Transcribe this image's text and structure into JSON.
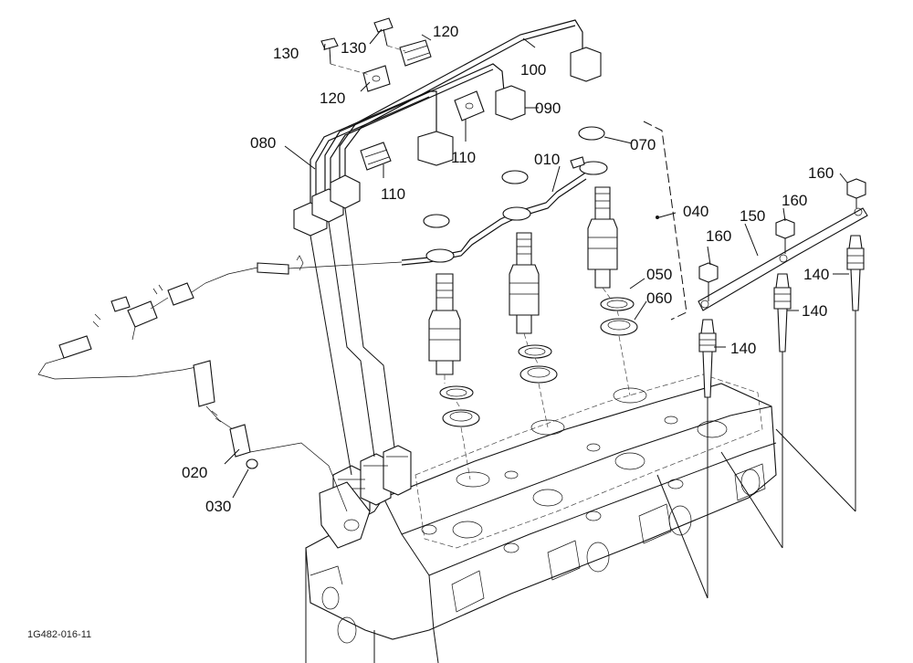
{
  "diagram": {
    "drawing_code": "1G482-016-11",
    "callouts": [
      {
        "id": "c100",
        "text": "100"
      },
      {
        "id": "c120a",
        "text": "120"
      },
      {
        "id": "c130a",
        "text": "130"
      },
      {
        "id": "c130b",
        "text": "130"
      },
      {
        "id": "c120b",
        "text": "120"
      },
      {
        "id": "c090",
        "text": "090"
      },
      {
        "id": "c080",
        "text": "080"
      },
      {
        "id": "c110a",
        "text": "110"
      },
      {
        "id": "c110b",
        "text": "110"
      },
      {
        "id": "c070",
        "text": "070"
      },
      {
        "id": "c010",
        "text": "010"
      },
      {
        "id": "c040",
        "text": "040"
      },
      {
        "id": "c050",
        "text": "050"
      },
      {
        "id": "c060",
        "text": "060"
      },
      {
        "id": "c020",
        "text": "020"
      },
      {
        "id": "c030",
        "text": "030"
      },
      {
        "id": "c160a",
        "text": "160"
      },
      {
        "id": "c160b",
        "text": "160"
      },
      {
        "id": "c160c",
        "text": "160"
      },
      {
        "id": "c150",
        "text": "150"
      },
      {
        "id": "c140a",
        "text": "140"
      },
      {
        "id": "c140b",
        "text": "140"
      },
      {
        "id": "c140c",
        "text": "140"
      }
    ]
  }
}
